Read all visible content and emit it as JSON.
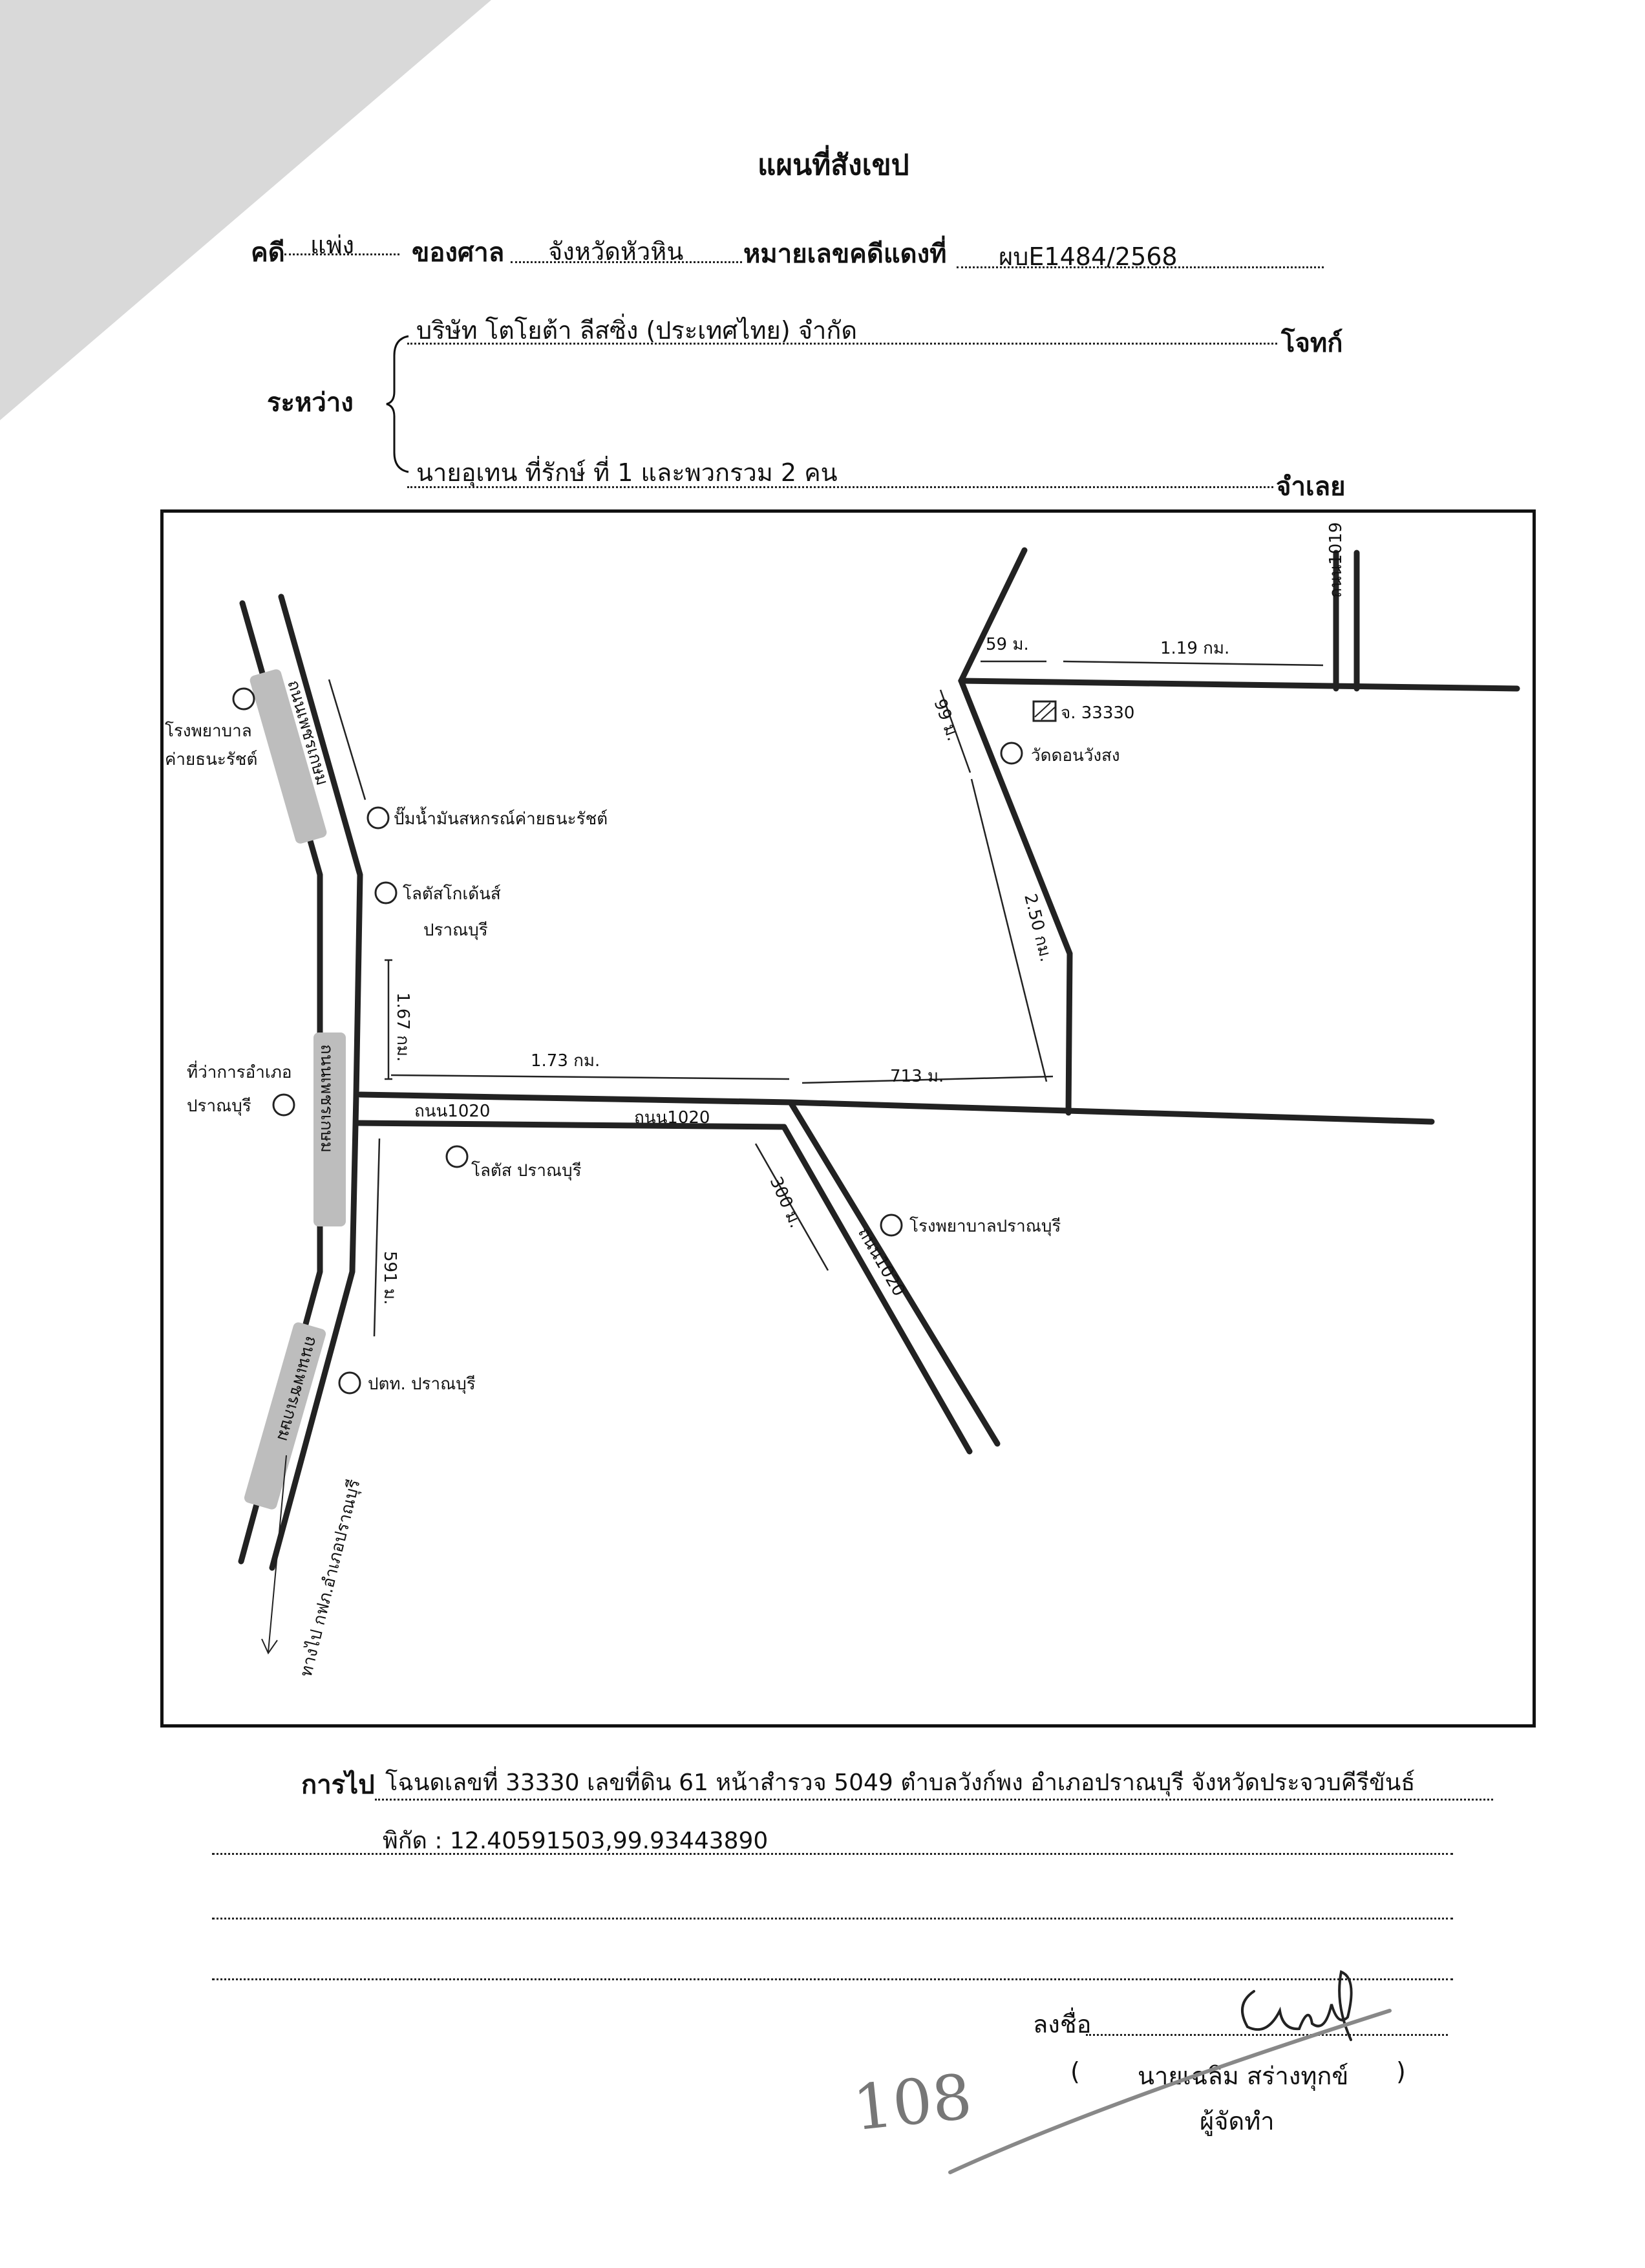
{
  "header": {
    "title": "แผนที่สังเขป",
    "case_label": "คดี",
    "case_type": "แพ่ง",
    "court_label": "ของศาล",
    "court": "จังหวัดหัวหิน",
    "case_no_label": "หมายเลขคดีแดงที่",
    "case_no": "ผบE1484/2568"
  },
  "parties": {
    "between_label": "ระหว่าง",
    "plaintiff": "บริษัท โตโยต้า ลีสซิ่ง (ประเทศไทย) จำกัด",
    "plaintiff_role": "โจทก์",
    "defendant": "นายอุเทน ที่รักษ์ ที่ 1 และพวกรวม 2 คน",
    "defendant_role": "จำเลย"
  },
  "map": {
    "roads": {
      "phetkasem_north": "ถนนเพชรเกษม",
      "phetkasem_mid": "ถนนเพชรเกษม",
      "phetkasem_south": "ถนนเพชรเกษม",
      "road_1020_a": "ถนน1020",
      "road_1020_b": "ถนน1020",
      "road_1020_diag": "ถนน1020",
      "road_1019": "ถนน1019",
      "to_district": "ทางไป กฟภ.อำเภอปราณบุรี"
    },
    "landmarks": {
      "hospital_left": "โรงพยาบาล",
      "hospital_left_2": "ค่ายธนะรัชต์",
      "gas_station": "ปั๊มน้ำมันสหกรณ์ค่ายธนะรัชต์",
      "tesco": "โลตัสโกเด้นส์",
      "tesco_2": "ปราณบุรี",
      "district_office": "ที่ว่าการอำเภอ",
      "district_office_2": "ปราณบุรี",
      "lotus": "โลตัส ปราณบุรี",
      "pea": "ปตท. ปราณบุรี",
      "hospital_pranburi": "โรงพยาบาลปราณบุรี",
      "parcel": "จ. 33330",
      "school": "วัดดอนวังสง"
    },
    "distances": {
      "d_north_left": "",
      "d_167": "1.67 กม.",
      "d_173": "1.73 กม.",
      "d_713": "713 ม.",
      "d_300": "300 ม.",
      "d_591": "591 ม.",
      "d_250": "2.50 กม.",
      "d_99": "99 ม.",
      "d_59": "59 ม.",
      "d_119": "1.19 กม."
    }
  },
  "footer": {
    "directions_label": "การไป",
    "directions": "โฉนดเลขที่ 33330  เลขที่ดิน 61 หน้าสำรวจ 5049 ตำบลวังก์พง อำเภอปราณบุรี จังหวัดประจวบคีรีขันธ์",
    "coords": "พิกัด : 12.40591503,99.93443890",
    "sign_label": "ลงชื่อ",
    "signer": "นายเฉลิม  สร่างทุกข์",
    "signer_role": "ผู้จัดทำ",
    "page_number": "108"
  }
}
